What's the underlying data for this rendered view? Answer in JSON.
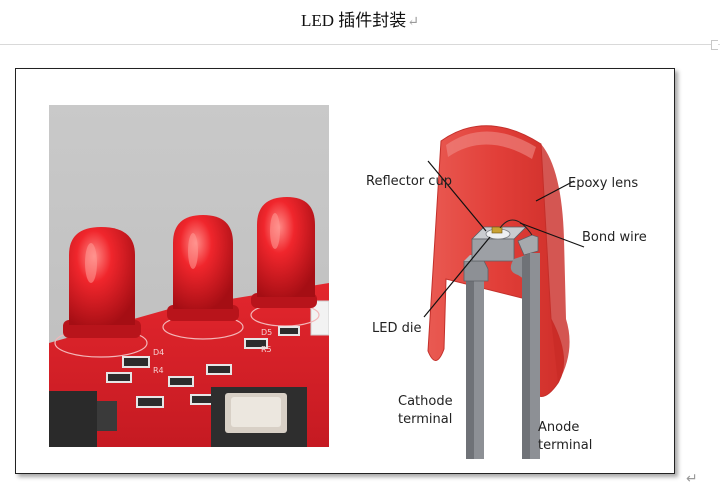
{
  "document": {
    "title": "LED 插件封装",
    "paragraph_mark": "↵"
  },
  "figure": {
    "labels": {
      "reflector_cup": "Reflector cup",
      "epoxy_lens": "Epoxy lens",
      "bond_wire": "Bond wire",
      "led_die": "LED die",
      "cathode_line1": "Cathode",
      "cathode_line2": "terminal",
      "anode_line1": "Anode",
      "anode_line2": "terminal"
    },
    "photo_board_labels": {
      "r4": "R4",
      "d4": "D4",
      "r5": "R5",
      "d5": "D5"
    }
  },
  "colors": {
    "led_red": "#e8222a",
    "lens_red": "#e4433d",
    "terminal_gray": "#8d9095",
    "background_gray": "#c4c4c4"
  }
}
